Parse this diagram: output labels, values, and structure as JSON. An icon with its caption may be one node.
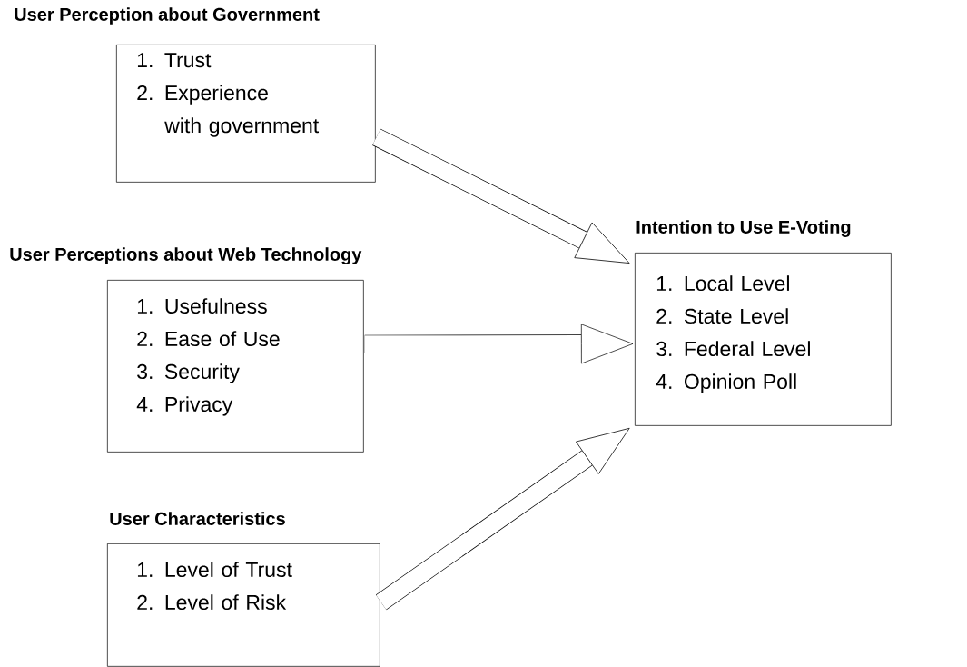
{
  "diagram": {
    "nodes": [
      {
        "text": [
          "User Perception about Government",
          "1. Trust",
          "2. Experience with government"
        ]
      },
      {
        "text": [
          "User Perceptions about Web Technology",
          "1. Usefulness",
          "2. Ease of Use",
          "3. Security",
          "4. Privacy"
        ]
      },
      {
        "text": [
          "User Characteristics",
          "1. Level of Trust",
          "2. Level of Risk"
        ]
      },
      {
        "text": [
          "Intention to Use E-Voting",
          "1. Local Level",
          "2. State Level",
          "3. Federal Level",
          "4. Opinion Poll"
        ]
      }
    ],
    "edges": [
      {
        "from": 0,
        "to": 3,
        "arrow": "to"
      },
      {
        "from": 1,
        "to": 3,
        "arrow": "to"
      },
      {
        "from": 2,
        "to": 3,
        "arrow": "to"
      }
    ]
  }
}
